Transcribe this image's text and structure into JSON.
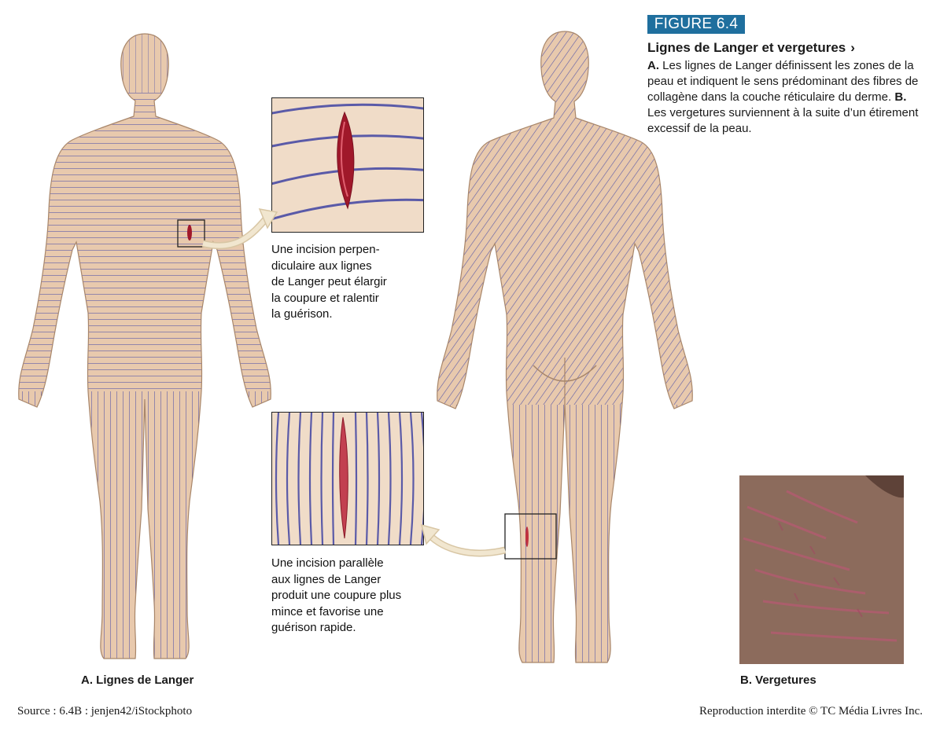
{
  "figure": {
    "badge": "FIGURE 6.4",
    "title": "Lignes de Langer et vergetures",
    "chevron": "›",
    "desc_a_label": "A.",
    "desc_a_text": " Les lignes de Langer définissent les zones de la peau et indiquent le sens prédominant des fibres de collagène dans la couche réticulaire du derme. ",
    "desc_b_label": "B.",
    "desc_b_text": " Les vergetures surviennent à la suite d’un étirement excessif de la peau."
  },
  "callouts": {
    "top_lines": [
      "Une incision perpen-",
      "diculaire aux lignes",
      "de Langer peut élargir",
      "la coupure et ralentir",
      "la guérison."
    ],
    "bottom_lines": [
      "Une incision parallèle",
      "aux lignes de Langer",
      "produit une coupure plus",
      "mince et favorise une",
      "guérison rapide."
    ]
  },
  "captions": {
    "a": "A. Lignes de Langer",
    "b": "B. Vergetures"
  },
  "footer": {
    "source": "Source : 6.4B : jenjen42/iStockphoto",
    "copyright": "Reproduction interdite © TC Média Livres Inc."
  },
  "colors": {
    "badge": "#1f6f9e",
    "skin": "#e8c9ad",
    "langer_line": "#5a5aa8",
    "wound": "#a0182a",
    "arrow": "#f1e6cf"
  }
}
